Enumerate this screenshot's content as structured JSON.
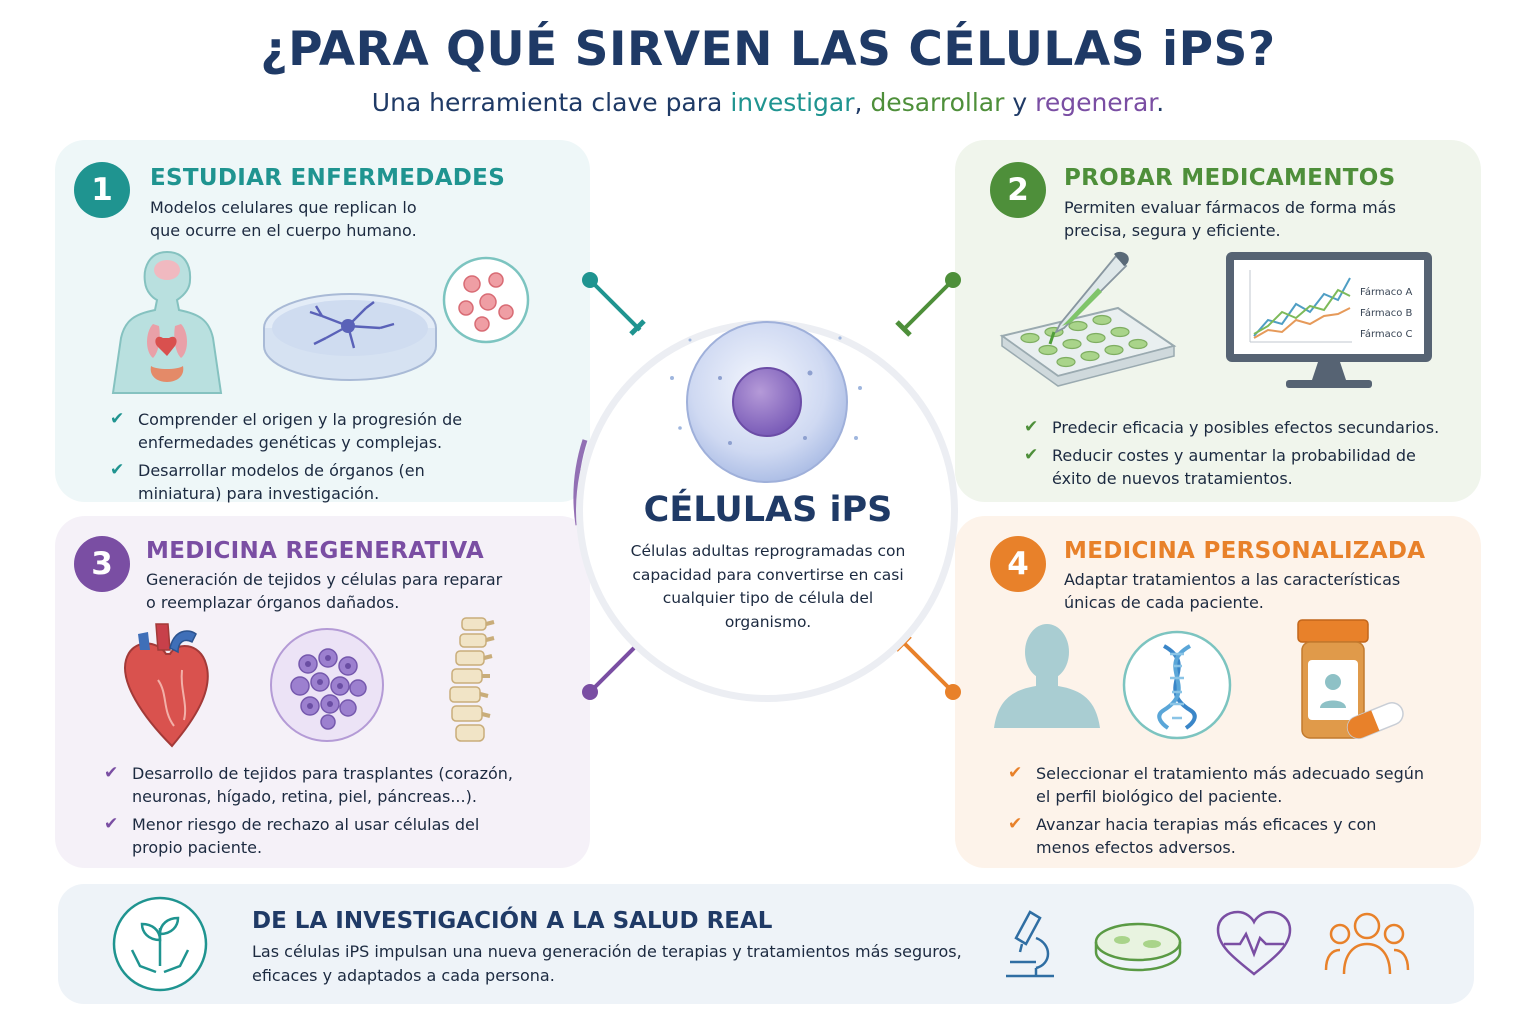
{
  "header": {
    "title": "¿PARA QUÉ SIRVEN LAS CÉLULAS iPS?",
    "subtitle_before": "Una herramienta clave para ",
    "subtitle_word1": "investigar",
    "subtitle_sep1": ", ",
    "subtitle_word2": "desarrollar",
    "subtitle_sep2": " y ",
    "subtitle_word3": "regenerar",
    "subtitle_end": "."
  },
  "colors": {
    "teal": "#1f9490",
    "green": "#4e8f3a",
    "purple": "#7a4ea3",
    "orange": "#e8812a",
    "navy": "#1f3a66"
  },
  "center": {
    "title": "CÉLULAS iPS",
    "description": "Células adultas reprogramadas con capacidad para convertirse en casi cualquier tipo de célula del organismo."
  },
  "panels": [
    {
      "number": "1",
      "title": "ESTUDIAR ENFERMEDADES",
      "description": "Modelos celulares que replican lo que ocurre en el cuerpo humano.",
      "bullets": [
        "Comprender el origen y la progresión de enfermedades genéticas y complejas.",
        "Desarrollar modelos de órganos (en miniatura) para investigación."
      ],
      "icons": [
        "human-body-organs-icon",
        "petri-dish-neuron-icon",
        "magnified-cells-icon"
      ]
    },
    {
      "number": "2",
      "title": "PROBAR MEDICAMENTOS",
      "description": "Permiten evaluar fármacos de forma más precisa, segura y eficiente.",
      "bullets": [
        "Predecir eficacia y posibles efectos secundarios.",
        "Reducir costes y aumentar la probabilidad de éxito de nuevos tratamientos."
      ],
      "monitor_legend": [
        "Fármaco A",
        "Fármaco B",
        "Fármaco C"
      ],
      "icons": [
        "pipette-well-plate-icon",
        "monitor-chart-icon"
      ]
    },
    {
      "number": "3",
      "title": "MEDICINA REGENERATIVA",
      "description": "Generación de tejidos y células para reparar o reemplazar órganos dañados.",
      "bullets": [
        "Desarrollo de tejidos para trasplantes (corazón, neuronas, hígado, retina, piel, páncreas...).",
        "Menor riesgo de rechazo al usar células del propio paciente."
      ],
      "icons": [
        "heart-icon",
        "cell-cluster-icon",
        "spine-icon"
      ]
    },
    {
      "number": "4",
      "title": "MEDICINA PERSONALIZADA",
      "description": "Adaptar tratamientos a las características únicas de cada paciente.",
      "bullets": [
        "Seleccionar el tratamiento más adecuado según el perfil biológico del paciente.",
        "Avanzar hacia terapias más eficaces y con menos efectos adversos."
      ],
      "icons": [
        "person-silhouette-icon",
        "dna-icon",
        "pill-bottle-icon"
      ]
    }
  ],
  "footer": {
    "title": "DE LA INVESTIGACIÓN A LA SALUD REAL",
    "description": "Las células iPS impulsan una nueva generación de terapias y tratamientos más seguros, eficaces y adaptados a cada persona.",
    "icons": [
      "plant-hands-icon",
      "microscope-icon",
      "petri-dish-icon",
      "heart-pulse-icon",
      "people-group-icon"
    ]
  }
}
